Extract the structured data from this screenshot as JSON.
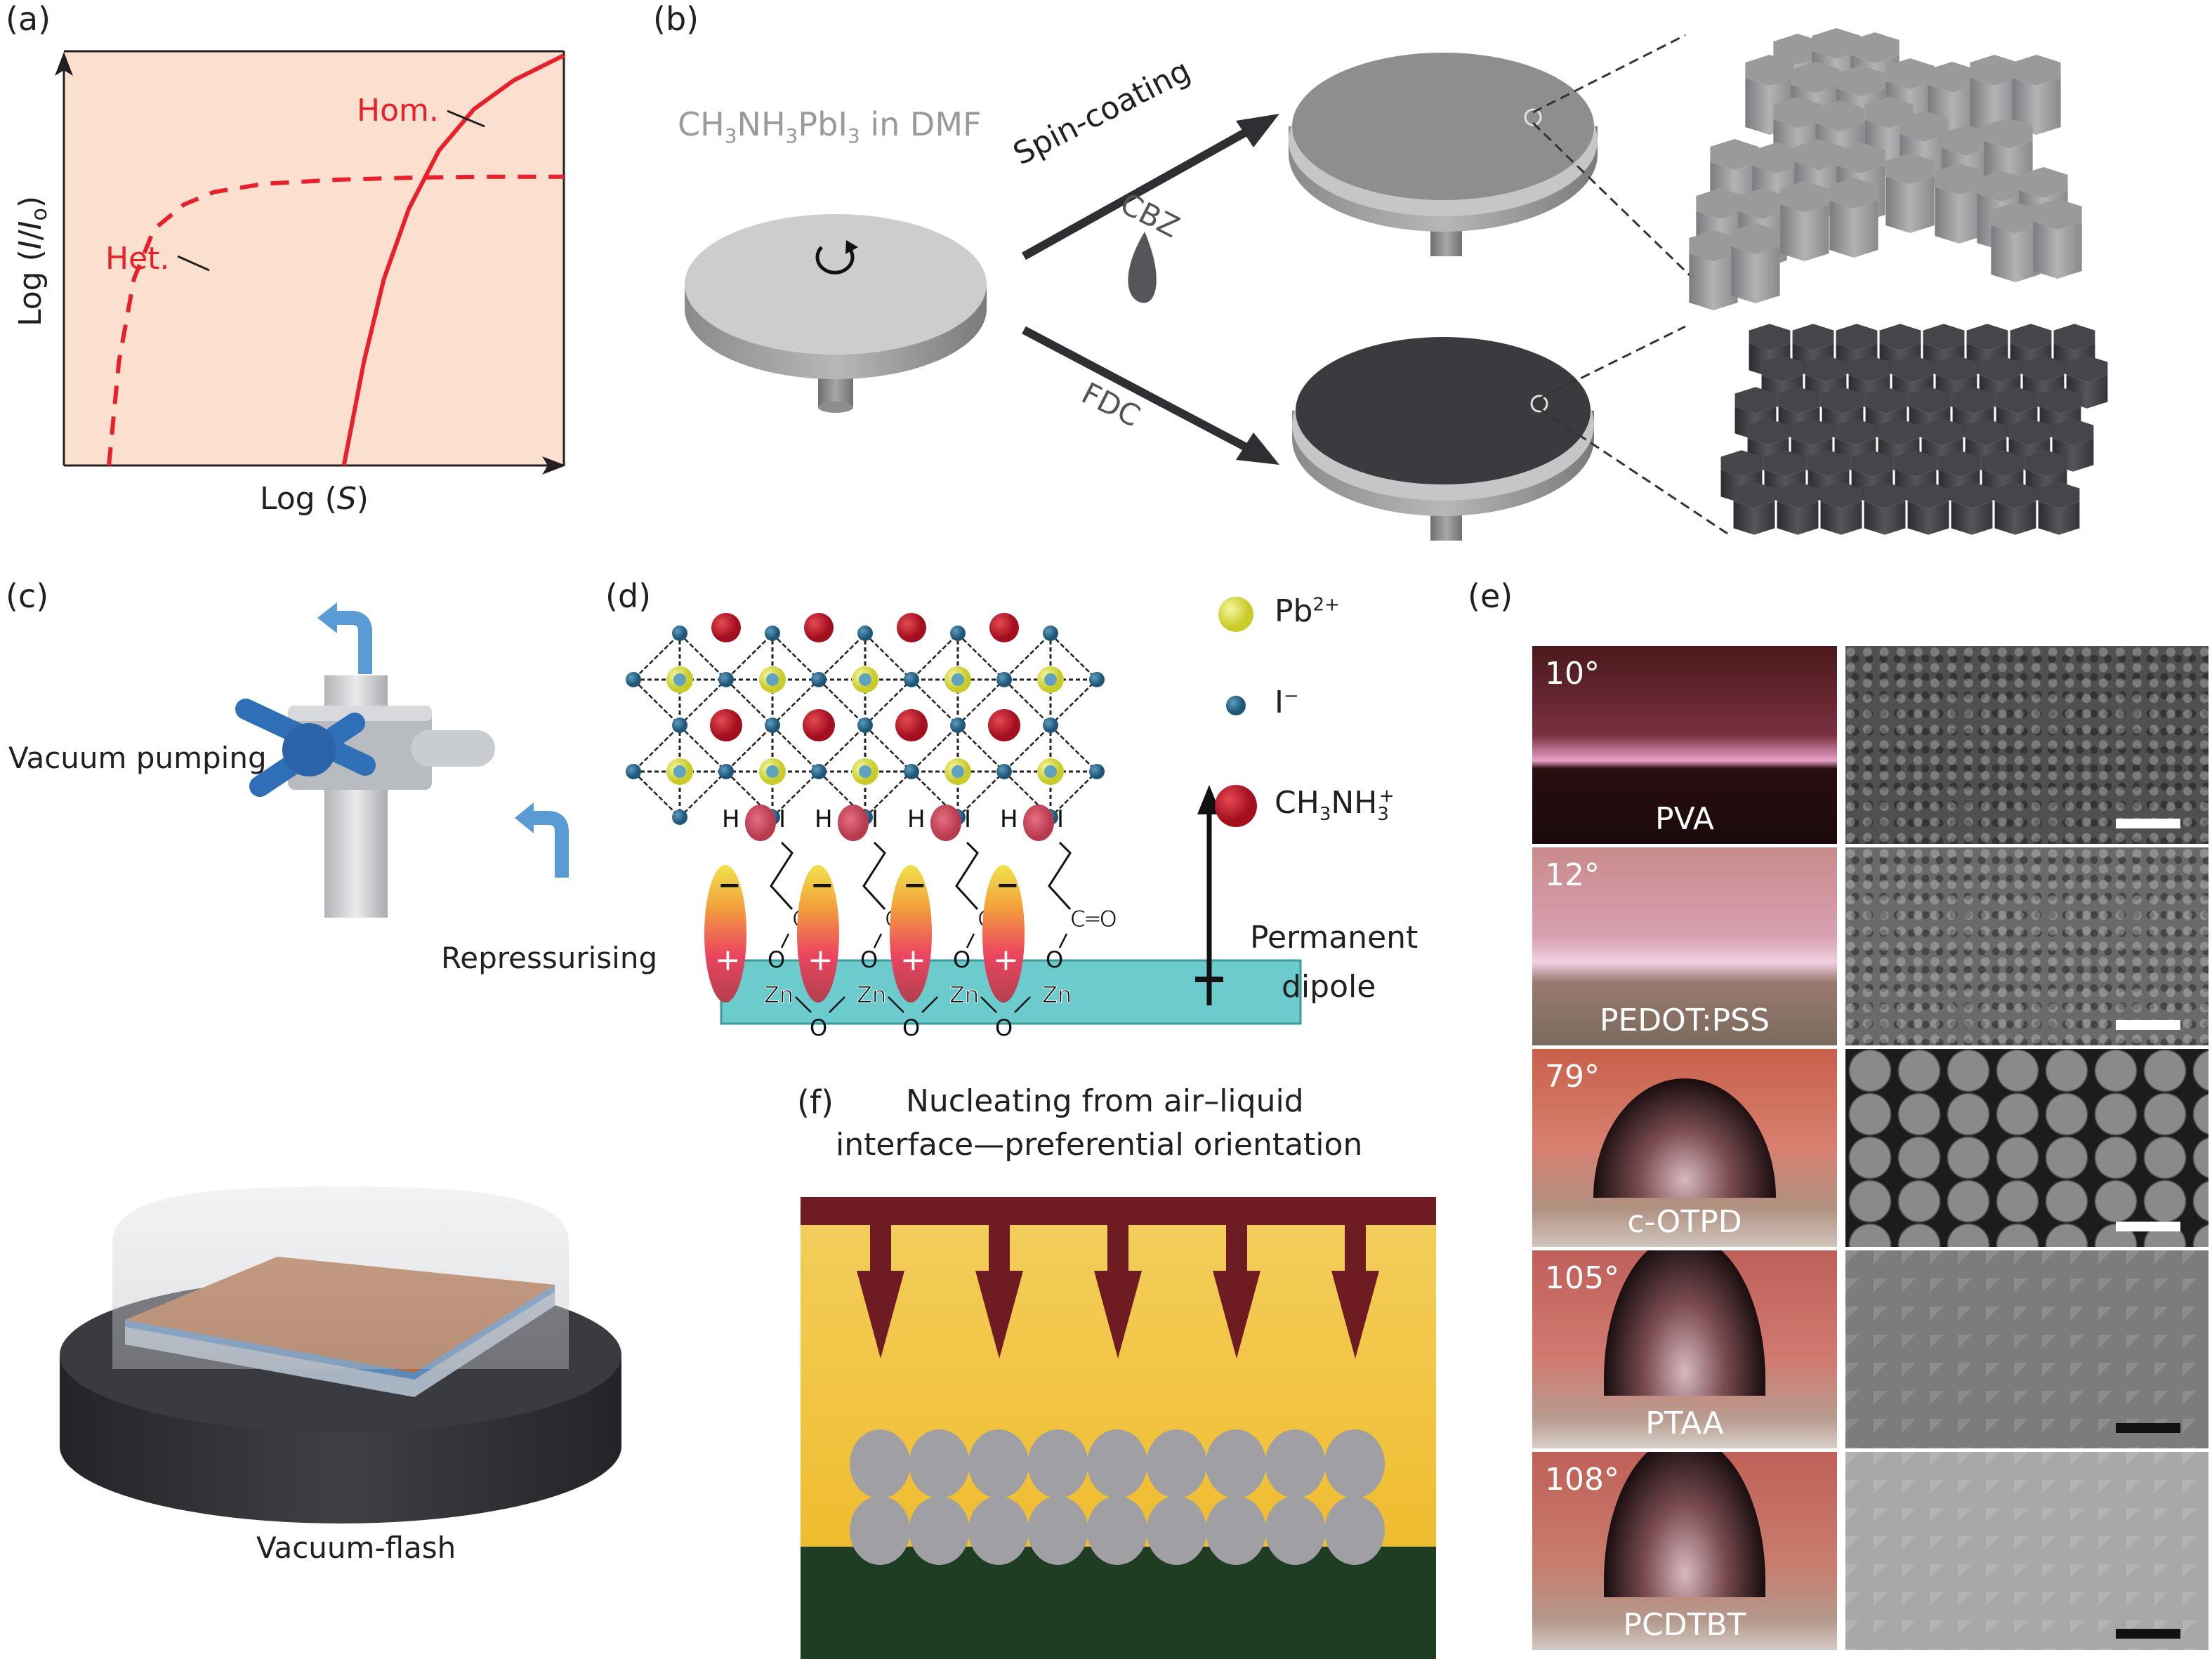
{
  "panels": {
    "a": {
      "label": "(a)",
      "chart_data": {
        "type": "line",
        "title": "",
        "xlabel": "Log (S)",
        "ylabel": "Log (I/I₀)",
        "x_range": [
          0,
          1
        ],
        "y_range": [
          0,
          1
        ],
        "grid": false,
        "background": "#fbe0d0",
        "series": [
          {
            "name": "Het.",
            "style": "dashed",
            "color": "#e8202a",
            "x": [
              0.09,
              0.11,
              0.14,
              0.18,
              0.24,
              0.3,
              0.4,
              0.55,
              0.7,
              0.85,
              1.0
            ],
            "y": [
              0.0,
              0.25,
              0.45,
              0.57,
              0.63,
              0.66,
              0.68,
              0.69,
              0.695,
              0.697,
              0.697
            ]
          },
          {
            "name": "Hom.",
            "style": "solid",
            "color": "#e8202a",
            "x": [
              0.56,
              0.6,
              0.64,
              0.69,
              0.75,
              0.82,
              0.9,
              1.0
            ],
            "y": [
              0.0,
              0.25,
              0.45,
              0.62,
              0.76,
              0.86,
              0.93,
              0.99
            ]
          }
        ],
        "annotations": [
          {
            "text": "Hom.",
            "series": "Hom."
          },
          {
            "text": "Het.",
            "series": "Het."
          }
        ]
      }
    },
    "b": {
      "label": "(b)",
      "solution_label": {
        "pre": "CH",
        "s1": "3",
        "mid": "NH",
        "s2": "3",
        "mid2": "PbI",
        "s3": "3",
        "post": " in DMF"
      },
      "arrow_top_label": "Spin-coating",
      "drop_label": "CBZ",
      "arrow_bottom_label": "FDC",
      "colors": {
        "light_disc": "#cccccc",
        "gray_film": "#8e8e90",
        "dark_film": "#3a3b3e"
      }
    },
    "c": {
      "label": "(c)",
      "vacuum_pumping": "Vacuum pumping",
      "repressurising": "Repressurising",
      "caption": "Vacuum-flash",
      "colors": {
        "valve_blue": "#2f6fb8",
        "arrow_blue": "#5b9bd5",
        "film": "#b56a3c",
        "base": "#2e2f33"
      }
    },
    "d": {
      "label": "(d)",
      "legend": [
        {
          "symbol": "Pb",
          "sup": "2+",
          "color": "#e2e34a"
        },
        {
          "symbol": "I",
          "sup": "−",
          "color": "#2f6f94"
        },
        {
          "symbol": "CH",
          "sub1": "3",
          "mid": "NH",
          "sub2": "3",
          "sup": "+",
          "color": "#c8172a"
        }
      ],
      "dipole_label_line1": "Permanent",
      "dipole_label_line2": "dipole",
      "atom_labels": {
        "H": "H",
        "I": "I",
        "C": "C",
        "O": "O",
        "Zn": "Zn",
        "carbonyl": "C═O",
        "minus": "−",
        "plus": "+"
      }
    },
    "e": {
      "label": "(e)",
      "rows": [
        {
          "angle": "10°",
          "material": "PVA"
        },
        {
          "angle": "12°",
          "material": "PEDOT:PSS"
        },
        {
          "angle": "79°",
          "material": "c-OTPD"
        },
        {
          "angle": "105°",
          "material": "PTAA"
        },
        {
          "angle": "108°",
          "material": "PCDTBT"
        }
      ]
    },
    "f": {
      "label": "(f)",
      "title_line1": "Nucleating from air–liquid",
      "title_line2": "interface—preferential orientation",
      "colors": {
        "top_bar": "#6e1c22",
        "liquid_top": "#f3cf5e",
        "liquid_bottom": "#efb824",
        "crystals": "#a0a0a4",
        "substrate": "#1f3d22"
      }
    }
  }
}
